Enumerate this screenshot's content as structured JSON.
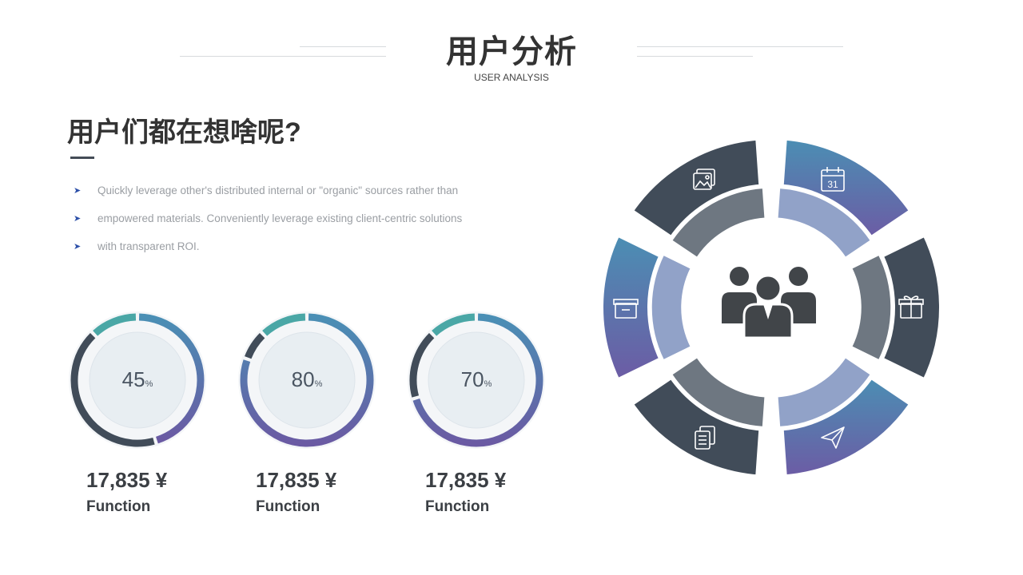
{
  "header": {
    "title": "用户分析",
    "subtitle": "USER ANALYSIS"
  },
  "section": {
    "title": "用户们都在想啥呢?",
    "bullets": [
      "Quickly leverage other's distributed internal or \"organic\" sources rather than",
      "empowered materials. Conveniently leverage existing client-centric solutions",
      "with transparent ROI."
    ]
  },
  "rings": [
    {
      "percent": 45,
      "percent_label": "45",
      "unit": "%",
      "amount": "17,835 ¥",
      "label": "Function"
    },
    {
      "percent": 80,
      "percent_label": "80",
      "unit": "%",
      "amount": "17,835 ¥",
      "label": "Function"
    },
    {
      "percent": 70,
      "percent_label": "70",
      "unit": "%",
      "amount": "17,835 ¥",
      "label": "Function"
    }
  ],
  "wheel": {
    "calendar_day": "31",
    "segments": [
      {
        "name": "wheel-segment-top-left",
        "icon": "image-icon",
        "style": "dark"
      },
      {
        "name": "wheel-segment-top-right",
        "icon": "calendar-icon",
        "style": "gradient"
      },
      {
        "name": "wheel-segment-right",
        "icon": "gift-icon",
        "style": "dark"
      },
      {
        "name": "wheel-segment-bottom-right",
        "icon": "paper-plane-icon",
        "style": "gradient"
      },
      {
        "name": "wheel-segment-bottom-left",
        "icon": "document-icon",
        "style": "dark"
      },
      {
        "name": "wheel-segment-left",
        "icon": "box-icon",
        "style": "gradient"
      }
    ],
    "center_icon": "user-group-icon"
  },
  "colors": {
    "dark": "#414c59",
    "teal": "#4aa7a6",
    "blue": "#4a8fb5",
    "purple": "#6a5aa3",
    "text": "#333333",
    "muted": "#9a9ea3"
  }
}
